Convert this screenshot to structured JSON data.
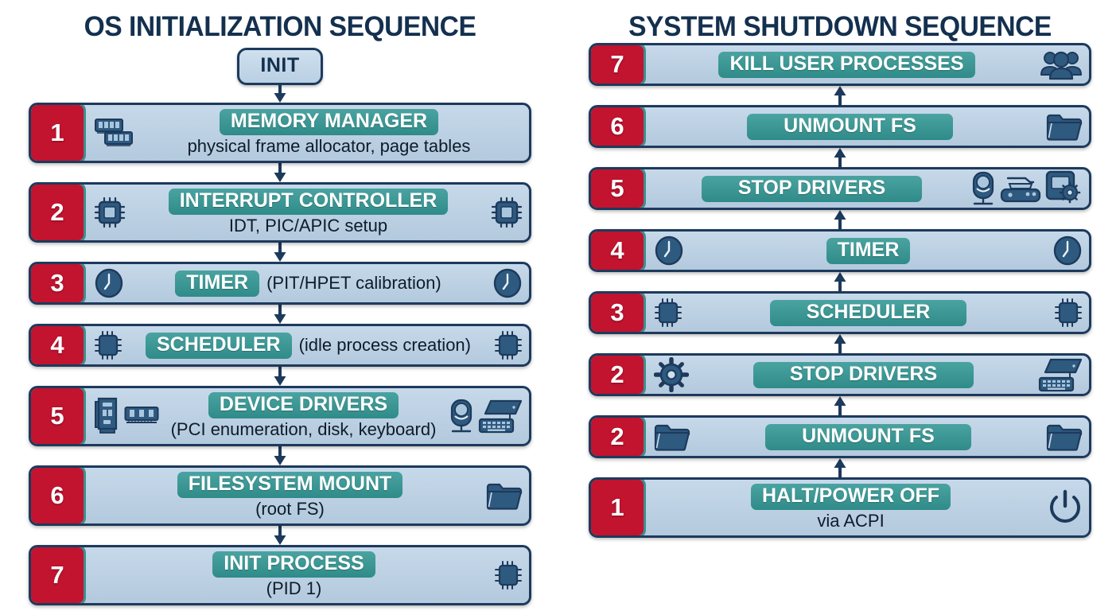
{
  "left": {
    "title": "OS INITIALIZATION SEQUENCE",
    "start_node": "INIT",
    "steps": [
      {
        "number": "1",
        "label": "MEMORY MANAGER",
        "subtitle": "physical frame allocator, page tables",
        "layout": "stacked",
        "icons_left": [
          "ram-icon"
        ],
        "icons_right": []
      },
      {
        "number": "2",
        "label": "INTERRUPT CONTROLLER",
        "subtitle": "IDT, PIC/APIC setup",
        "layout": "stacked",
        "icons_left": [
          "chip-icon"
        ],
        "icons_right": [
          "chip-icon"
        ]
      },
      {
        "number": "3",
        "label": "TIMER",
        "subtitle": "(PIT/HPET calibration)",
        "layout": "inline",
        "icons_left": [
          "clock-icon"
        ],
        "icons_right": [
          "clock-icon"
        ]
      },
      {
        "number": "4",
        "label": "SCHEDULER",
        "subtitle": "(idle process creation)",
        "layout": "inline",
        "icons_left": [
          "cpu-icon"
        ],
        "icons_right": [
          "cpu-icon"
        ]
      },
      {
        "number": "5",
        "label": "DEVICE DRIVERS",
        "subtitle": "(PCI enumeration, disk, keyboard)",
        "layout": "stacked",
        "icons_left": [
          "expansion-card-icon",
          "ram-stick-icon"
        ],
        "icons_right": [
          "webcam-icon",
          "monitor-keyboard-icon"
        ]
      },
      {
        "number": "6",
        "label": "FILESYSTEM MOUNT",
        "subtitle": "(root FS)",
        "layout": "stacked",
        "icons_left": [],
        "icons_right": [
          "folder-icon"
        ]
      },
      {
        "number": "7",
        "label": "INIT PROCESS",
        "subtitle": "(PID 1)",
        "layout": "stacked",
        "icons_left": [],
        "icons_right": [
          "cpu-icon"
        ]
      }
    ]
  },
  "right": {
    "title": "SYSTEM SHUTDOWN SEQUENCE",
    "steps": [
      {
        "number": "7",
        "label": "KILL USER PROCESSES",
        "subtitle": "",
        "layout": "inline",
        "icons_left": [],
        "icons_right": [
          "people-icon"
        ]
      },
      {
        "number": "6",
        "label": "UNMOUNT FS",
        "subtitle": "",
        "layout": "inline",
        "icons_left": [],
        "icons_right": [
          "folder-icon"
        ]
      },
      {
        "number": "5",
        "label": "STOP DRIVERS",
        "subtitle": "",
        "layout": "inline",
        "icons_left": [],
        "icons_right": [
          "webcam-icon",
          "gamepad-icon",
          "device-gear-icon"
        ]
      },
      {
        "number": "4",
        "label": "TIMER",
        "subtitle": "",
        "layout": "inline",
        "icons_left": [
          "clock-icon"
        ],
        "icons_right": [
          "clock-icon"
        ]
      },
      {
        "number": "3",
        "label": "SCHEDULER",
        "subtitle": "",
        "layout": "inline",
        "icons_left": [
          "cpu-icon"
        ],
        "icons_right": [
          "cpu-icon"
        ]
      },
      {
        "number": "2",
        "label": "STOP DRIVERS",
        "subtitle": "",
        "layout": "inline",
        "icons_left": [
          "gear-icon"
        ],
        "icons_right": [
          "monitor-keyboard-icon"
        ]
      },
      {
        "number": "2",
        "label": "UNMOUNT FS",
        "subtitle": "",
        "layout": "inline",
        "icons_left": [
          "folder-icon"
        ],
        "icons_right": [
          "folder-icon"
        ]
      },
      {
        "number": "1",
        "label": "HALT/POWER OFF",
        "subtitle": "via ACPI",
        "layout": "stacked",
        "icons_left": [],
        "icons_right": [
          "power-icon"
        ]
      }
    ]
  },
  "colors": {
    "badge_red": "#c2132f",
    "pill_teal": "#3a9593",
    "row_blue": "#bcd2e4",
    "border_navy": "#1d3a5c",
    "title_navy": "#14304f",
    "icon_navy": "#2c4f72"
  }
}
